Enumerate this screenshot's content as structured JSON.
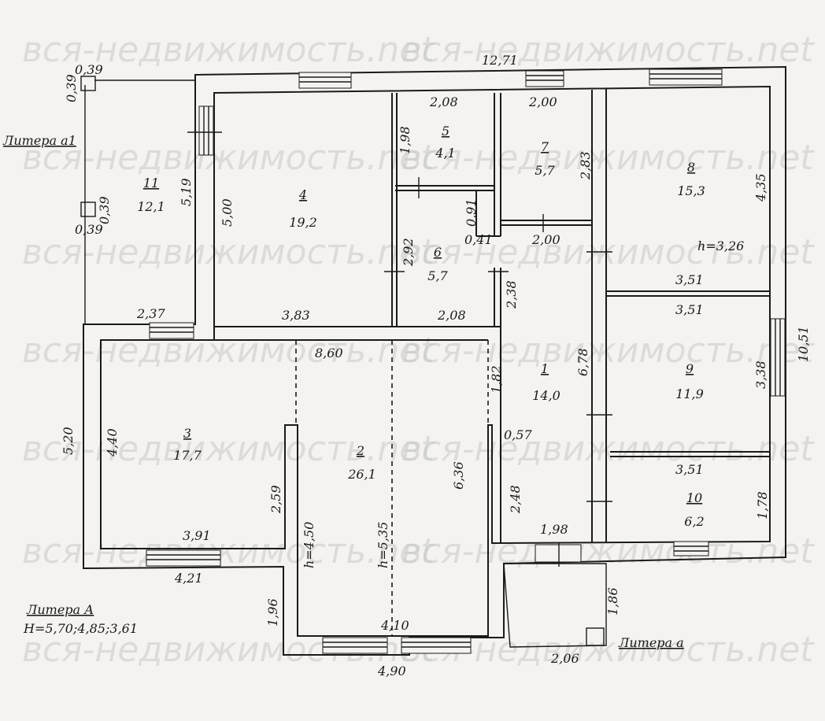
{
  "watermark": "вся-недвижимость.net",
  "liters": {
    "main": "Литера А",
    "main_heights": "H=5,70;4,85;3,61",
    "a": "Литера а",
    "a1": "Литера а1"
  },
  "rooms": [
    {
      "num": "1",
      "area": "14,0"
    },
    {
      "num": "2",
      "area": "26,1"
    },
    {
      "num": "3",
      "area": "17,7"
    },
    {
      "num": "4",
      "area": "19,2"
    },
    {
      "num": "5",
      "area": "4,1"
    },
    {
      "num": "6",
      "area": "5,7"
    },
    {
      "num": "7",
      "area": "5,7"
    },
    {
      "num": "8",
      "area": "15,3"
    },
    {
      "num": "9",
      "area": "11,9"
    },
    {
      "num": "10",
      "area": "6,2"
    },
    {
      "num": "11",
      "area": "12,1"
    }
  ],
  "heights": {
    "room8": "h=3,26",
    "room2a": "h=4,50",
    "room2b": "h=5,35"
  },
  "dims": {
    "top": "12,71",
    "right": "10,51",
    "d039a": "0,39",
    "d039b": "0,39",
    "d039c": "0,39",
    "d039d": "0,39",
    "d519": "5,19",
    "d500": "5,00",
    "d383": "3,83",
    "d208a": "2,08",
    "d208b": "2,08",
    "d198a": "1,98",
    "d198b": "1,98",
    "d200a": "2,00",
    "d200b": "2,00",
    "d283": "2,83",
    "d091": "0,91",
    "d041": "0,41",
    "d292": "2,92",
    "d238": "2,38",
    "d435": "4,35",
    "d351a": "3,51",
    "d351b": "3,51",
    "d351c": "3,51",
    "d338": "3,38",
    "d178": "1,78",
    "d678": "6,78",
    "d182": "1,82",
    "d057": "0,57",
    "d248": "2,48",
    "d636": "6,36",
    "d860": "8,60",
    "d237": "2,37",
    "d520": "5,20",
    "d440": "4,40",
    "d259": "2,59",
    "d391": "3,91",
    "d421": "4,21",
    "d196": "1,96",
    "d410": "4,10",
    "d490": "4,90",
    "d186": "1,86",
    "d206": "2,06"
  }
}
